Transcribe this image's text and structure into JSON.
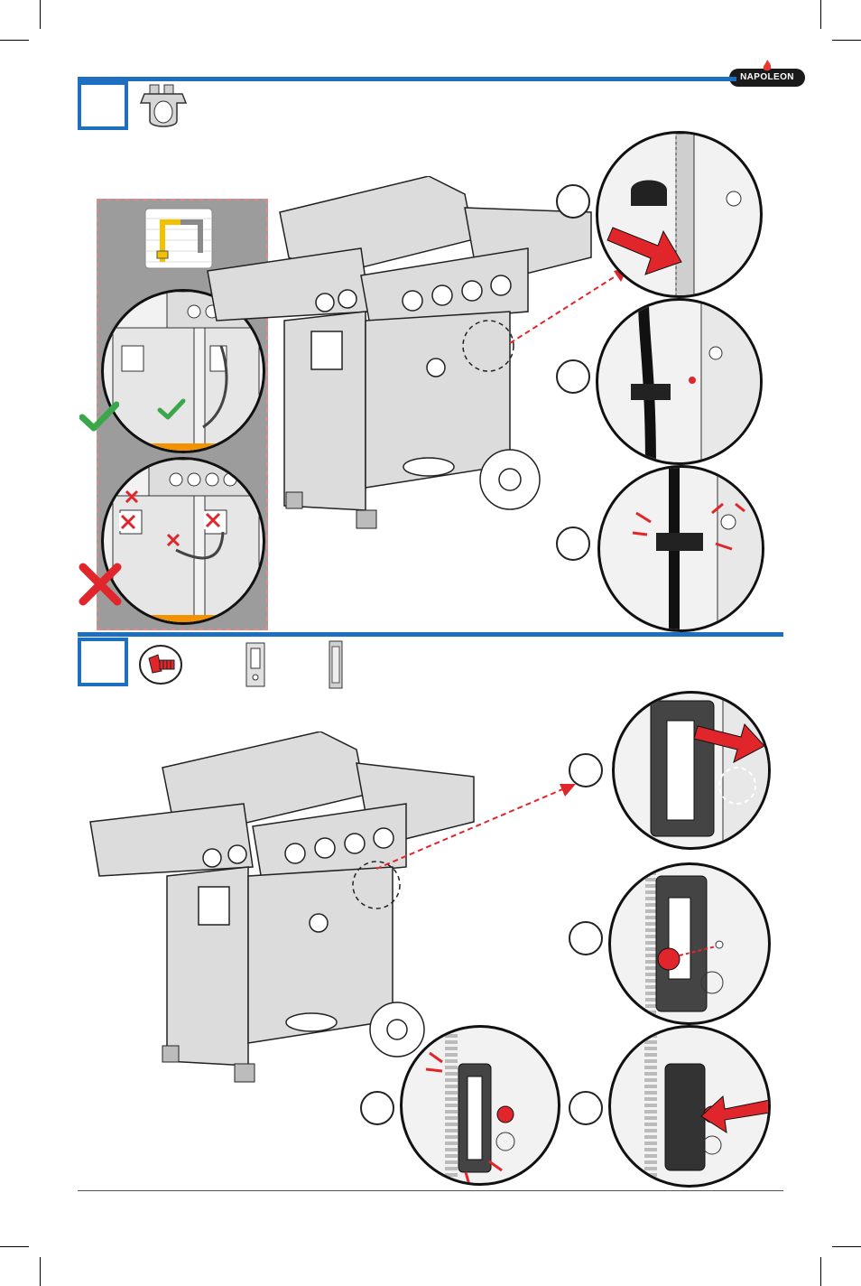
{
  "brand": {
    "name": "NAPOLEON",
    "flame_color": "#e63a2e"
  },
  "colors": {
    "accent": "#1e6fbf",
    "callout_red": "#e0262b",
    "ok_green": "#3aa84a",
    "bad_red": "#e0262b",
    "highlight_orange": "#f39200"
  },
  "steps": [
    {
      "id": "step-1",
      "hardware_icons": [
        "hose-clip-icon"
      ],
      "sub_steps": 3
    },
    {
      "id": "step-2",
      "hardware_icons": [
        "red-screw-icon",
        "bracket-icon",
        "cover-icon"
      ],
      "sub_steps": 4
    }
  ]
}
